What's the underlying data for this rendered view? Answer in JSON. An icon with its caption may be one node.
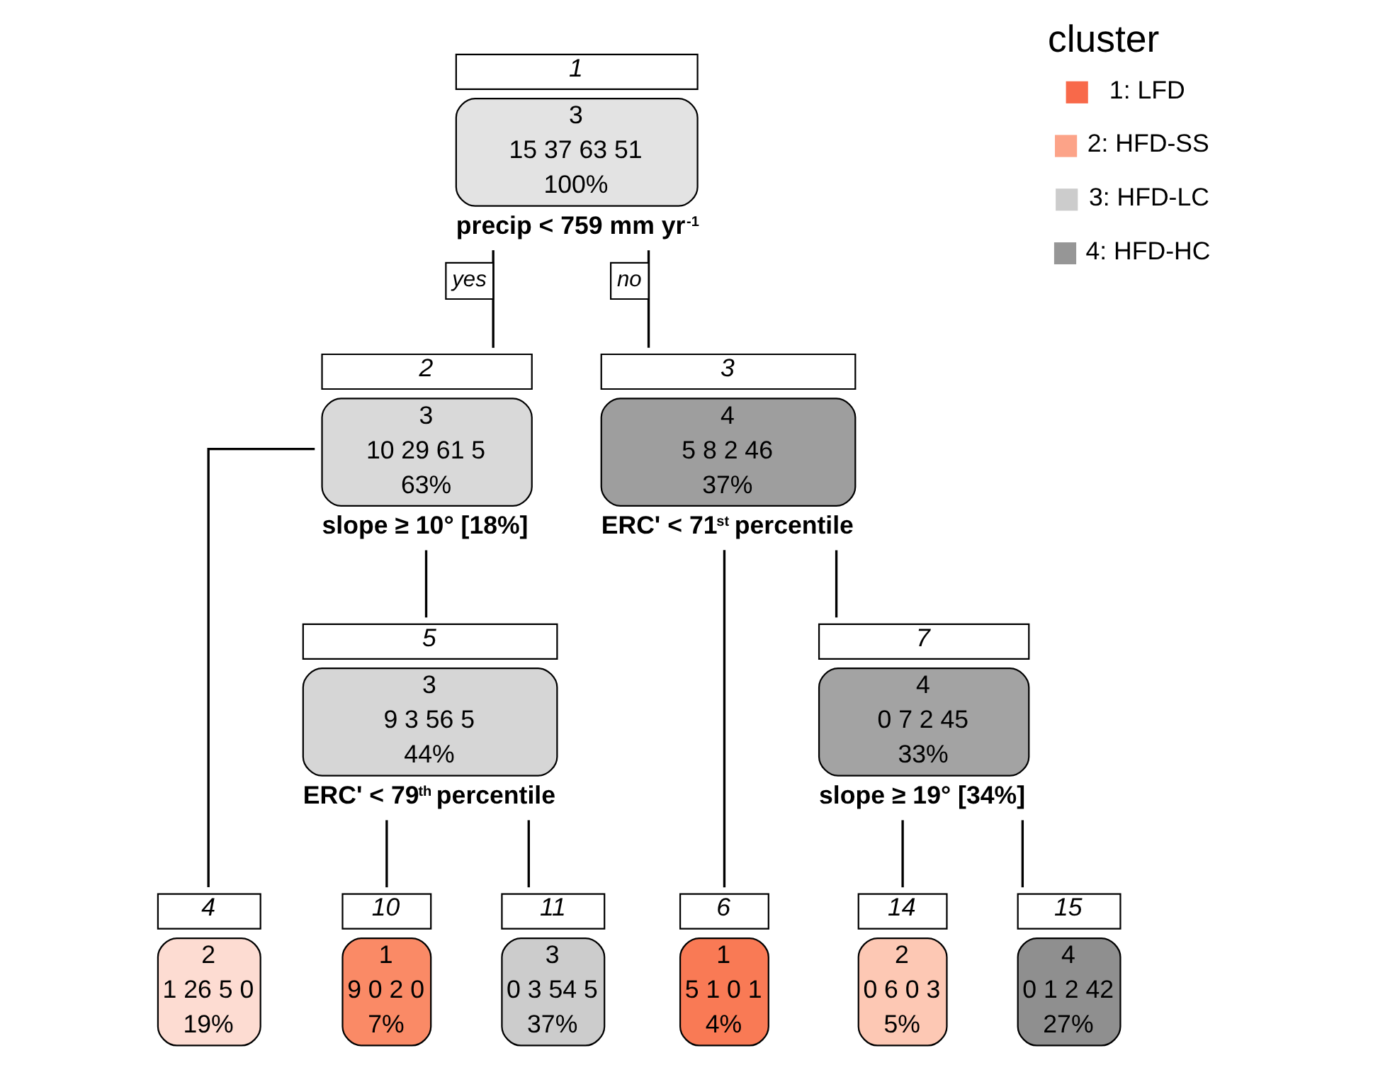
{
  "diagram": {
    "nodes": [
      {
        "text": [
          "3",
          "15 37 63 51",
          "100%"
        ],
        "beside": [
          "1",
          "precip < 759 mm yr$^{-1}$"
        ]
      },
      {
        "text": [
          "3",
          "10 29 61 5",
          "63%"
        ],
        "beside": [
          "2",
          "slope ≥ 10° [18%]"
        ]
      },
      {
        "text": [
          "4",
          "5 8 2 46",
          "37%"
        ],
        "beside": [
          "3",
          "ERC' < 71$^{st}$ percentile"
        ]
      },
      {
        "text": [
          "3",
          "9 3 56 5",
          "44%"
        ],
        "beside": [
          "5",
          "ERC' < 79$^{th}$ percentile"
        ]
      },
      {
        "text": [
          "4",
          "0 7 2 45",
          "33%"
        ],
        "beside": [
          "7",
          "slope ≥ 19° [34%]"
        ]
      },
      {
        "text": [
          "2",
          "1 26 5 0",
          "19%"
        ],
        "beside": [
          "4"
        ]
      },
      {
        "text": [
          "1",
          "9 0 2 0",
          "7%"
        ],
        "beside": [
          "10"
        ]
      },
      {
        "text": [
          "3",
          "0 3 54 5",
          "37%"
        ],
        "beside": [
          "11"
        ]
      },
      {
        "text": [
          "1",
          "5 1 0 1",
          "4%"
        ],
        "beside": [
          "6"
        ]
      },
      {
        "text": [
          "2",
          "0 6 0 3",
          "5%"
        ],
        "beside": [
          "14"
        ]
      },
      {
        "text": [
          "4",
          "0 1 2 42",
          "27%"
        ],
        "beside": [
          "15"
        ]
      }
    ],
    "edges": [
      {
        "from": 0,
        "to": 1,
        "arrow": "none",
        "label": "yes"
      },
      {
        "from": 0,
        "to": 2,
        "arrow": "none",
        "label": "no"
      },
      {
        "from": 1,
        "to": 5,
        "arrow": "none"
      },
      {
        "from": 1,
        "to": 3,
        "arrow": "none"
      },
      {
        "from": 3,
        "to": 6,
        "arrow": "none"
      },
      {
        "from": 3,
        "to": 7,
        "arrow": "none"
      },
      {
        "from": 2,
        "to": 8,
        "arrow": "none"
      },
      {
        "from": 2,
        "to": 4,
        "arrow": "none"
      },
      {
        "from": 4,
        "to": 9,
        "arrow": "none"
      },
      {
        "from": 4,
        "to": 10,
        "arrow": "none"
      }
    ],
    "labels": [
      "cluster"
    ],
    "legend": [
      {
        "text": "1: LFD",
        "color": "#f8694a"
      },
      {
        "text": "2: HFD-SS",
        "color": "#fca388"
      },
      {
        "text": "3: HFD-LC",
        "color": "#cccccc"
      },
      {
        "text": "4: HFD-HC",
        "color": "#969696"
      }
    ]
  }
}
